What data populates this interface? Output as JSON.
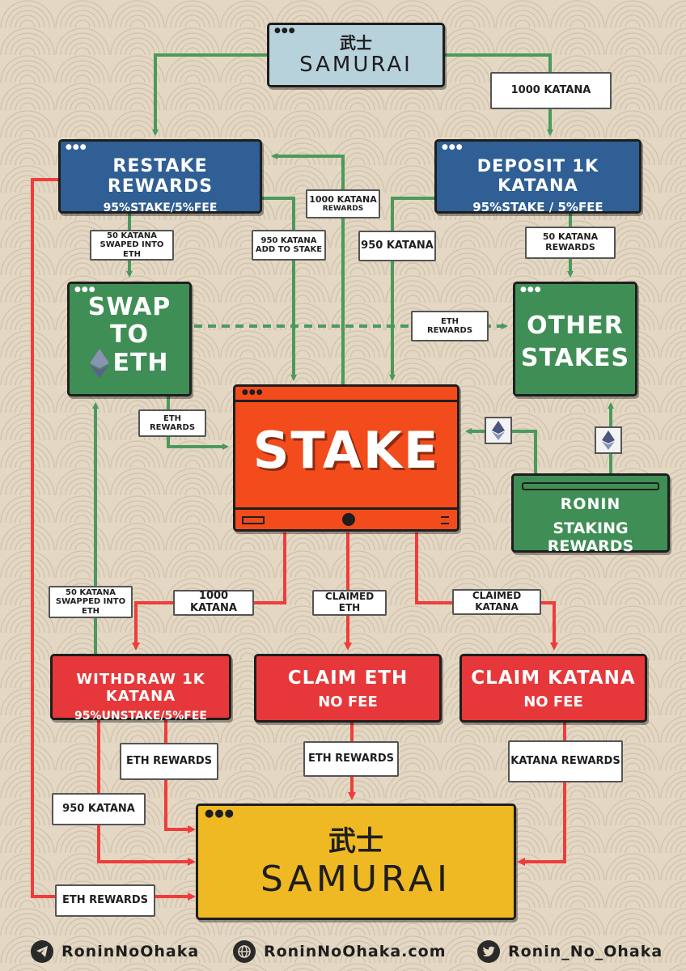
{
  "top_node": {
    "kanji": "武士",
    "title": "SAMURAI"
  },
  "restake": {
    "title": "RESTAKE REWARDS",
    "sub": "95%STAKE/5%FEE"
  },
  "deposit": {
    "title": "DEPOSIT 1K KATANA",
    "sub": "95%STAKE / 5%FEE"
  },
  "swap": {
    "line1": "SWAP",
    "line2": "TO",
    "line3": "ETH"
  },
  "other": {
    "line1": "OTHER",
    "line2": "STAKES"
  },
  "stake": {
    "title": "STAKE"
  },
  "ronin": {
    "line1": "RONIN",
    "line2": "STAKING REWARDS"
  },
  "withdraw": {
    "title": "WITHDRAW 1K KATANA",
    "sub": "95%UNSTAKE/5%FEE"
  },
  "claim_eth": {
    "title": "CLAIM ETH",
    "sub": "NO FEE"
  },
  "claim_katana": {
    "title": "CLAIM KATANA",
    "sub": "NO FEE"
  },
  "bottom_node": {
    "kanji": "武士",
    "title": "SAMURAI"
  },
  "labels": {
    "l_1000_katana_top": "1000 KATANA",
    "l_1000_rewards_a": "1000 KATANA",
    "l_1000_rewards_b": "REWARDS",
    "l_50_swaped_a": "50 KATANA",
    "l_50_swaped_b": "SWAPED INTO ETH",
    "l_950_add_a": "950 KATANA",
    "l_950_add_b": "ADD TO STAKE",
    "l_950_katana": "950 KATANA",
    "l_50_rewards_a": "50 KATANA",
    "l_50_rewards_b": "REWARDS",
    "l_eth_rewards_mid_a": "ETH",
    "l_eth_rewards_mid_b": "REWARDS",
    "l_eth_rewards_left_a": "ETH",
    "l_eth_rewards_left_b": "REWARDS",
    "l_50_swapped_a": "50 KATANA",
    "l_50_swapped_b": "SWAPPED INTO ETH",
    "l_1000_katana_mid": "1000 KATANA",
    "l_claimed_eth": "CLAIMED ETH",
    "l_claimed_katana": "CLAIMED KATANA",
    "l_eth_rewards_w": "ETH REWARDS",
    "l_eth_rewards_c": "ETH REWARDS",
    "l_katana_rewards": "KATANA REWARDS",
    "l_950_bottom": "950 KATANA",
    "l_eth_rewards_bottom": "ETH REWARDS"
  },
  "footer": {
    "telegram": "RoninNoOhaka",
    "website": "RoninNoOhaka.com",
    "twitter": "Ronin_No_Ohaka"
  },
  "colors": {
    "green": "#4b9a5c",
    "red": "#ee3d3b",
    "blue": "#2f5f94",
    "stake": "#f24c1c",
    "gold": "#efb923",
    "lightblue": "#b8d2dc"
  }
}
